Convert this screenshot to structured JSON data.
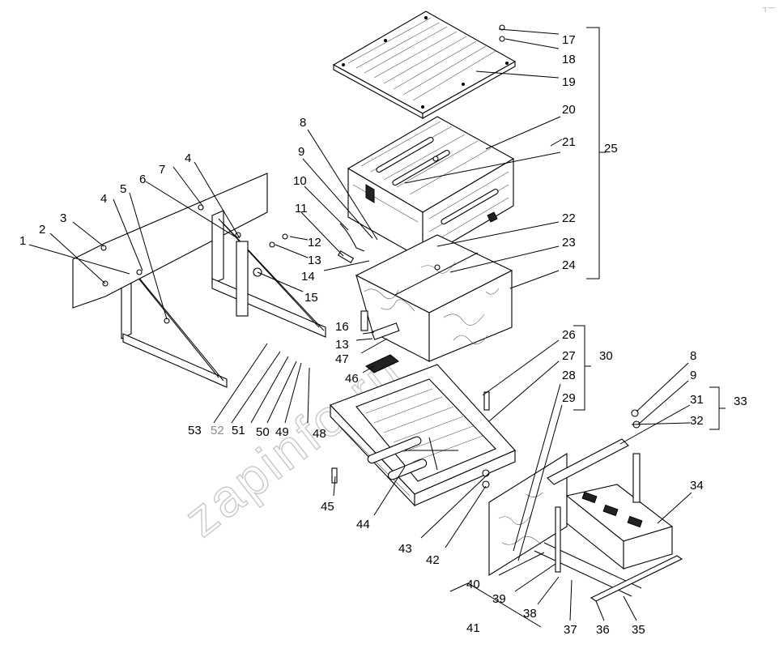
{
  "watermark": "zapinfo.ru",
  "labels": {
    "l1": "1",
    "l2": "2",
    "l3": "3",
    "l4a": "4",
    "l4b": "4",
    "l5": "5",
    "l6": "6",
    "l7": "7",
    "l8a": "8",
    "l8b": "8",
    "l9a": "9",
    "l9b": "9",
    "l10": "10",
    "l11": "11",
    "l12": "12",
    "l13a": "13",
    "l13b": "13",
    "l14": "14",
    "l15": "15",
    "l16": "16",
    "l17": "17",
    "l18": "18",
    "l19": "19",
    "l20": "20",
    "l21": "21",
    "l22": "22",
    "l23": "23",
    "l24": "24",
    "l25": "25",
    "l26": "26",
    "l27": "27",
    "l28": "28",
    "l29": "29",
    "l30": "30",
    "l31": "31",
    "l32": "32",
    "l33": "33",
    "l34": "34",
    "l35": "35",
    "l36": "36",
    "l37": "37",
    "l38": "38",
    "l39": "39",
    "l40": "40",
    "l41": "41",
    "l42": "42",
    "l43": "43",
    "l44": "44",
    "l45": "45",
    "l46": "46",
    "l47": "47",
    "l48": "48",
    "l49": "49",
    "l50": "50",
    "l51": "51",
    "l52": "52",
    "l53": "53"
  },
  "corner_mark": "┐—"
}
